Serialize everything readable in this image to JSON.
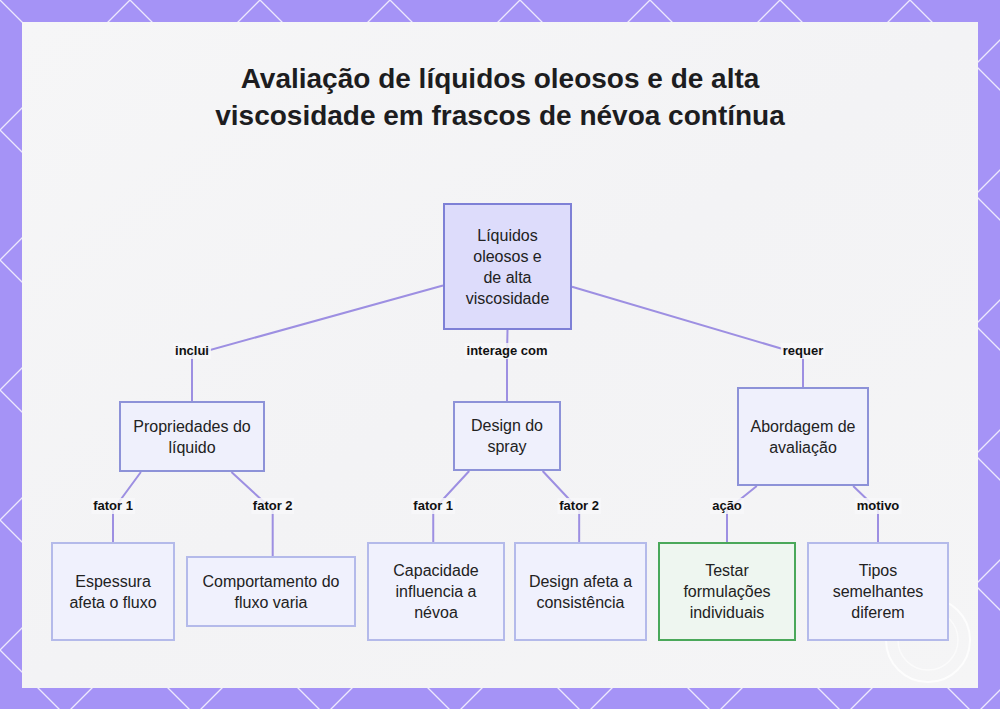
{
  "diagram": {
    "title": "Avaliação de líquidos oleosos e de alta viscosidade em frascos de névoa contínua",
    "nodes": [
      {
        "text": [
          "Líquidos oleosos e de alta viscosidade"
        ]
      },
      {
        "text": [
          "Propriedades do líquido"
        ]
      },
      {
        "text": [
          "Design do spray"
        ]
      },
      {
        "text": [
          "Abordagem de avaliação"
        ]
      },
      {
        "text": [
          "Espessura afeta o fluxo"
        ]
      },
      {
        "text": [
          "Comportamento do fluxo varia"
        ]
      },
      {
        "text": [
          "Capacidade influencia a névoa"
        ]
      },
      {
        "text": [
          "Design afeta a consistência"
        ]
      },
      {
        "text": [
          "Testar formulações individuais"
        ]
      },
      {
        "text": [
          "Tipos semelhantes diferem"
        ]
      }
    ],
    "edges": [
      {
        "from": 0,
        "to": 1,
        "arrow": "none",
        "label": "inclui"
      },
      {
        "from": 0,
        "to": 2,
        "arrow": "none",
        "label": "interage com"
      },
      {
        "from": 0,
        "to": 3,
        "arrow": "none",
        "label": "requer"
      },
      {
        "from": 1,
        "to": 4,
        "arrow": "none",
        "label": "fator 1"
      },
      {
        "from": 1,
        "to": 5,
        "arrow": "none",
        "label": "fator 2"
      },
      {
        "from": 2,
        "to": 6,
        "arrow": "none",
        "label": "fator 1"
      },
      {
        "from": 2,
        "to": 7,
        "arrow": "none",
        "label": "fator 2"
      },
      {
        "from": 3,
        "to": 8,
        "arrow": "none",
        "label": "ação"
      },
      {
        "from": 3,
        "to": 9,
        "arrow": "none",
        "label": "motivo"
      }
    ]
  }
}
